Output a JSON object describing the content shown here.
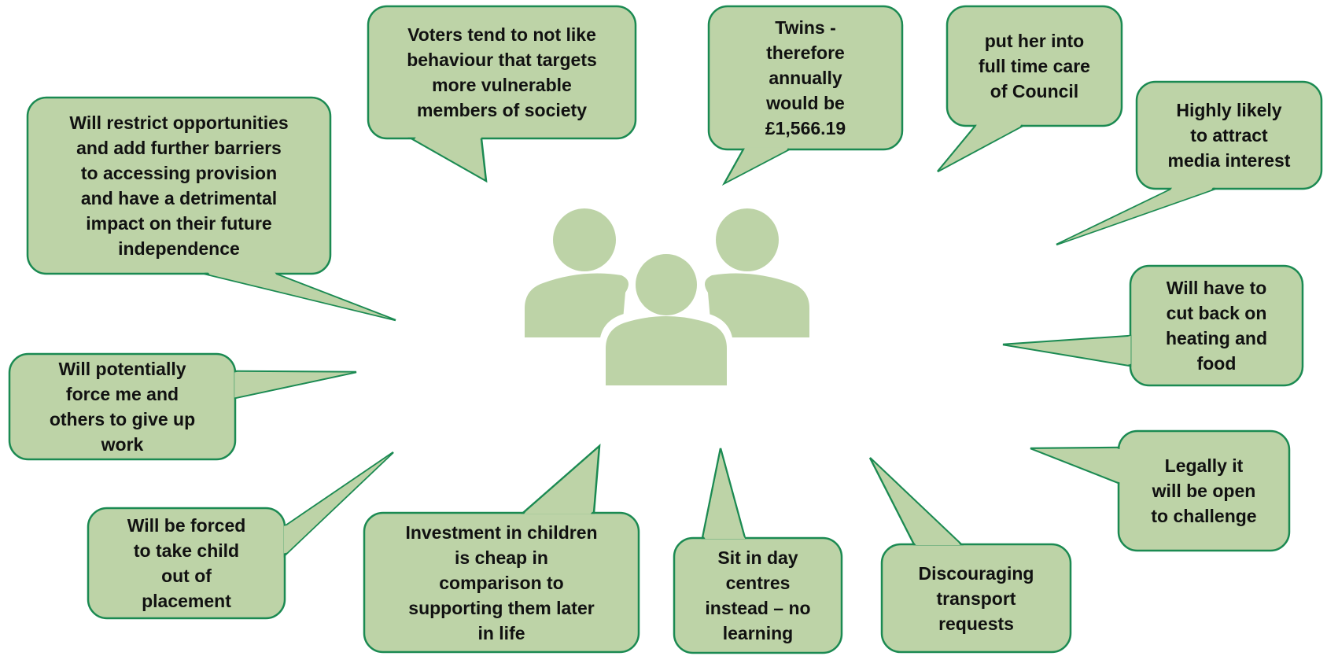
{
  "colors": {
    "fill": "#bdd3a7",
    "stroke": "#1b8a52",
    "icon": "#bdd3a7",
    "text": "#111111"
  },
  "center_icon": "people-group-icon",
  "bubbles": [
    {
      "id": "voters",
      "text": "Voters tend to not like\nbehaviour that targets\nmore vulnerable\nmembers of society"
    },
    {
      "id": "twins",
      "text": "Twins -\ntherefore\nannually\nwould be\n£1,566.19"
    },
    {
      "id": "council",
      "text": "put her into\nfull time care\nof Council"
    },
    {
      "id": "media",
      "text": "Highly likely\nto attract\nmedia interest"
    },
    {
      "id": "restrict",
      "text": "Will restrict opportunities\nand add further barriers\nto accessing provision\nand have a detrimental\nimpact on their future\nindependence"
    },
    {
      "id": "heating",
      "text": "Will have to\ncut back on\nheating and\nfood"
    },
    {
      "id": "work",
      "text": "Will potentially\nforce me and\nothers to give up\nwork"
    },
    {
      "id": "legal",
      "text": "Legally it\nwill be open\nto challenge"
    },
    {
      "id": "placement",
      "text": "Will be forced\nto take child\nout of\nplacement"
    },
    {
      "id": "investment",
      "text": "Investment in children\nis cheap in\ncomparison to\nsupporting them later\nin life"
    },
    {
      "id": "daycentres",
      "text": "Sit in day\ncentres\ninstead – no\nlearning"
    },
    {
      "id": "transport",
      "text": "Discouraging\ntransport\nrequests"
    }
  ]
}
